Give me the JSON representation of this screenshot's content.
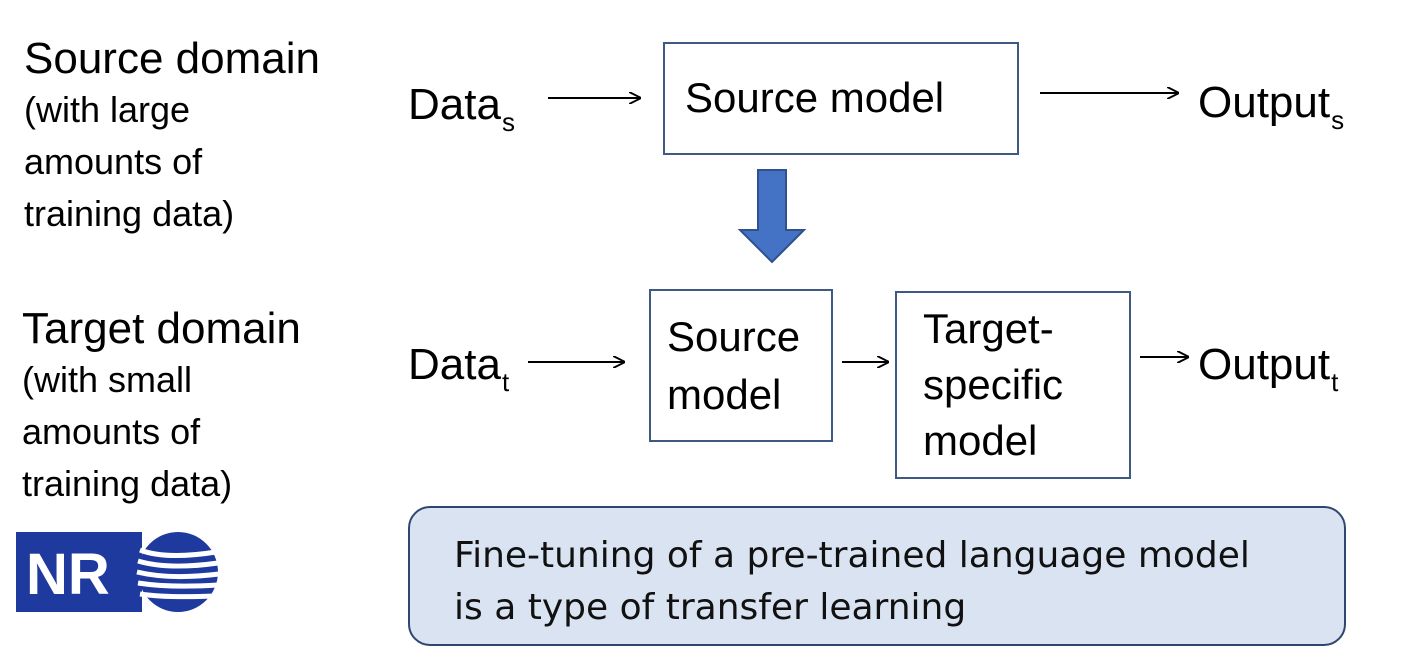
{
  "source_domain": {
    "title": "Source domain",
    "desc_lines": [
      "(with large",
      "amounts of",
      "training data)"
    ]
  },
  "target_domain": {
    "title": "Target domain",
    "desc_lines": [
      "(with small",
      "amounts of",
      "training data)"
    ]
  },
  "source_row": {
    "input": {
      "base": "Data",
      "sub": "s"
    },
    "model": "Source model",
    "output": {
      "base": "Output",
      "sub": "s"
    }
  },
  "target_row": {
    "input": {
      "base": "Data",
      "sub": "t"
    },
    "source_model_lines": [
      "Source",
      "model"
    ],
    "target_model_lines": [
      "Target-",
      "specific",
      "model"
    ],
    "output": {
      "base": "Output",
      "sub": "t"
    }
  },
  "callout": {
    "lines": [
      "Fine-tuning of a pre-trained language model",
      "is a type of transfer learning"
    ]
  },
  "logo": {
    "text": "NR",
    "colors": {
      "primary": "#1f3a9e"
    }
  },
  "colors": {
    "box_border": "#3e5a84",
    "transfer_arrow": "#4472c4",
    "callout_fill": "#dae3f2"
  }
}
